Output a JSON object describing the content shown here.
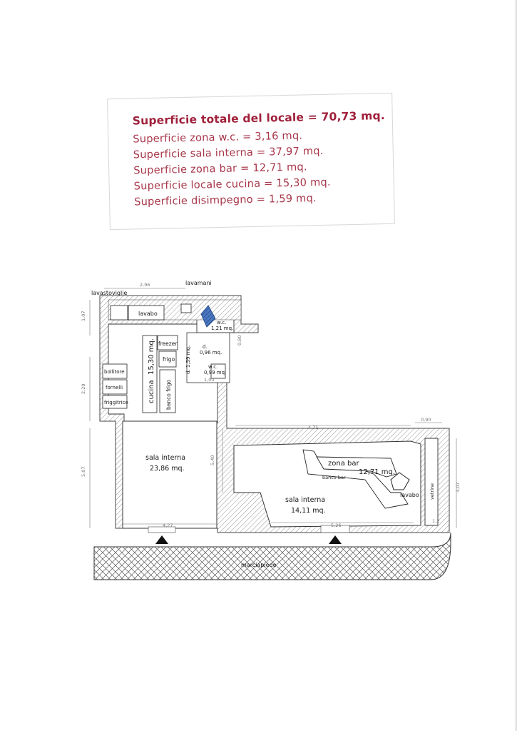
{
  "summary": {
    "total": "Superficie totale del locale = 70,73 mq.",
    "lines": [
      "Superficie zona w.c. = 3,16 mq.",
      "Superficie sala interna = 37,97 mq.",
      "Superficie zona bar = 12,71 mq.",
      "Superficie locale cucina = 15,30 mq.",
      "Superficie disimpegno = 1,59 mq."
    ]
  },
  "plan": {
    "labels": {
      "lavastoviglie": "lavastoviglie",
      "lavamani": "lavamani",
      "lavabo_kitchen": "lavabo",
      "wc_name": "w.c.",
      "wc_area": "1,21 mq.",
      "freezer": "freezer",
      "frigo": "frigo",
      "cucina": "cucina",
      "cucina_area": "15,30 mq.",
      "banco_frigo": "banco frigo",
      "disimpegno": "d. 1,59 mq.",
      "d_small": "d.",
      "d_small_area": "0,96 mq.",
      "wc2_name": "w.c.",
      "wc2_area": "0,99 mq.",
      "bollitore": "bollitore",
      "fornelli": "fornelli",
      "friggitrice": "friggitrice",
      "sala1_name": "sala interna",
      "sala1_area": "23,86 mq.",
      "sala2_name": "sala interna",
      "sala2_area": "14,11 mq.",
      "zona_bar_name": "zona bar",
      "zona_bar_area": "12,71 mq.",
      "banco_bar": "banco bar",
      "lavabo_bar": "lavabo",
      "vetrine": "vetrine",
      "marciapiede": "marciapiede"
    },
    "dimensions": {
      "top_width": "2,96",
      "left_top": "1,07",
      "left_mid": "2,20",
      "left_long": "5,07",
      "right_wc": "0,80",
      "small_width": "1,00",
      "sala_front": "4,27",
      "sala_height": "5,40",
      "bar_width": "4,71",
      "vetrine_width": "0,90",
      "bar_front": "5,26",
      "right_depth": "3,07",
      "small_right": "1,2"
    }
  }
}
